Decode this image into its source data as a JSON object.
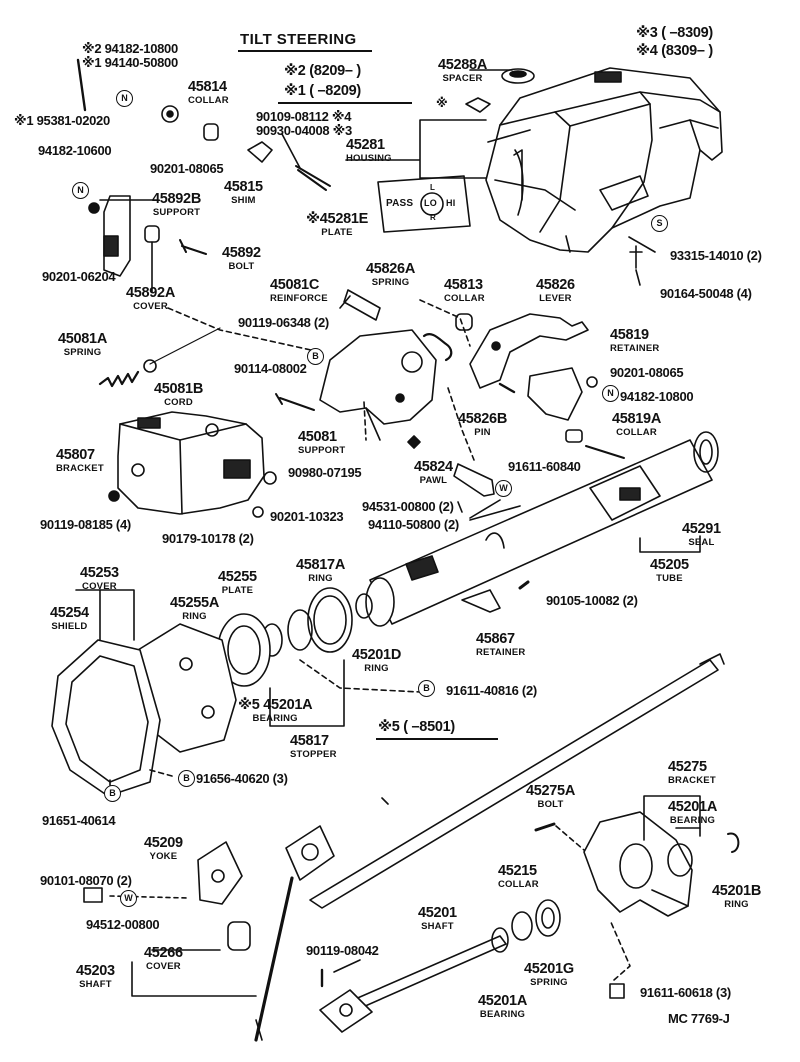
{
  "header": {
    "title": "TILT STEERING",
    "drawing_code": "MC 7769-J"
  },
  "marks": {
    "tilt_note_2": "※2 (8209–     )",
    "tilt_note_1": "※1 (     –8209)",
    "range_3": "※3 (     –8309)",
    "range_4": "※4 (8309–     )",
    "range_5": "※5 (     –8501)",
    "star": "※"
  },
  "badges": {
    "N": "N",
    "B": "B",
    "S": "S",
    "W": "W"
  },
  "parts": [
    {
      "id": "p_294182_10800",
      "number": "※2 94182-10800"
    },
    {
      "id": "p_194140_50800",
      "number": "※1 94140-50800"
    },
    {
      "id": "p_195381_02020",
      "number": "※1 95381-02020"
    },
    {
      "id": "p_45814",
      "number": "45814",
      "name": "COLLAR"
    },
    {
      "id": "p_90109_08112",
      "number": "90109-08112 ※4"
    },
    {
      "id": "p_90930_04008",
      "number": "90930-04008 ※3"
    },
    {
      "id": "p_45288A",
      "number": "45288A",
      "name": "SPACER"
    },
    {
      "id": "p_45281",
      "number": "45281",
      "name": "HOUSING"
    },
    {
      "id": "p_94182_10600",
      "number": "94182-10600"
    },
    {
      "id": "p_90201_08065a",
      "number": "90201-08065"
    },
    {
      "id": "p_45815",
      "number": "45815",
      "name": "SHIM"
    },
    {
      "id": "p_45892B",
      "number": "45892B",
      "name": "SUPPORT"
    },
    {
      "id": "p_45281E",
      "number": "※45281E",
      "name": "PLATE"
    },
    {
      "id": "p_93315_14010",
      "number": "93315-14010 (2)"
    },
    {
      "id": "p_45892",
      "number": "45892",
      "name": "BOLT"
    },
    {
      "id": "p_90201_06204",
      "number": "90201-06204"
    },
    {
      "id": "p_45826A",
      "number": "45826A",
      "name": "SPRING"
    },
    {
      "id": "p_45081C",
      "number": "45081C",
      "name": "REINFORCE"
    },
    {
      "id": "p_45813",
      "number": "45813",
      "name": "COLLAR"
    },
    {
      "id": "p_45826",
      "number": "45826",
      "name": "LEVER"
    },
    {
      "id": "p_90164_50048",
      "number": "90164-50048 (4)"
    },
    {
      "id": "p_45892A",
      "number": "45892A",
      "name": "COVER"
    },
    {
      "id": "p_90119_06348",
      "number": "90119-06348 (2)"
    },
    {
      "id": "p_45819",
      "number": "45819",
      "name": "RETAINER"
    },
    {
      "id": "p_45081A",
      "number": "45081A",
      "name": "SPRING"
    },
    {
      "id": "p_90114_08002",
      "number": "90114-08002"
    },
    {
      "id": "p_90201_08065b",
      "number": "90201-08065"
    },
    {
      "id": "p_94182_10800",
      "number": "94182-10800"
    },
    {
      "id": "p_45081B",
      "number": "45081B",
      "name": "CORD"
    },
    {
      "id": "p_45826B",
      "number": "45826B",
      "name": "PIN"
    },
    {
      "id": "p_45819A",
      "number": "45819A",
      "name": "COLLAR"
    },
    {
      "id": "p_45081",
      "number": "45081",
      "name": "SUPPORT"
    },
    {
      "id": "p_45807",
      "number": "45807",
      "name": "BRACKET"
    },
    {
      "id": "p_90980_07195",
      "number": "90980-07195"
    },
    {
      "id": "p_45824",
      "number": "45824",
      "name": "PAWL"
    },
    {
      "id": "p_91611_60840",
      "number": "91611-60840"
    },
    {
      "id": "p_94531_00800",
      "number": "94531-00800 (2)"
    },
    {
      "id": "p_90119_08185",
      "number": "90119-08185 (4)"
    },
    {
      "id": "p_90201_10323",
      "number": "90201-10323"
    },
    {
      "id": "p_94110_50800",
      "number": "94110-50800 (2)"
    },
    {
      "id": "p_45291",
      "number": "45291",
      "name": "SEAL"
    },
    {
      "id": "p_90179_10178",
      "number": "90179-10178 (2)"
    },
    {
      "id": "p_45253",
      "number": "45253",
      "name": "COVER"
    },
    {
      "id": "p_45817A",
      "number": "45817A",
      "name": "RING"
    },
    {
      "id": "p_45205",
      "number": "45205",
      "name": "TUBE"
    },
    {
      "id": "p_45255",
      "number": "45255",
      "name": "PLATE"
    },
    {
      "id": "p_45254",
      "number": "45254",
      "name": "SHIELD"
    },
    {
      "id": "p_45255A",
      "number": "45255A",
      "name": "RING"
    },
    {
      "id": "p_90105_10082",
      "number": "90105-10082 (2)"
    },
    {
      "id": "p_45201D",
      "number": "45201D",
      "name": "RING"
    },
    {
      "id": "p_45867",
      "number": "45867",
      "name": "RETAINER"
    },
    {
      "id": "p_91611_40816",
      "number": "91611-40816 (2)"
    },
    {
      "id": "p_45201A_a",
      "number": "※5 45201A",
      "name": "BEARING"
    },
    {
      "id": "p_45817",
      "number": "45817",
      "name": "STOPPER"
    },
    {
      "id": "p_91656_40620",
      "number": "91656-40620 (3)"
    },
    {
      "id": "p_45275",
      "number": "45275",
      "name": "BRACKET"
    },
    {
      "id": "p_45275A",
      "number": "45275A",
      "name": "BOLT"
    },
    {
      "id": "p_45201A_b",
      "number": "45201A",
      "name": "BEARING"
    },
    {
      "id": "p_91651_40614",
      "number": "91651-40614"
    },
    {
      "id": "p_45209",
      "number": "45209",
      "name": "YOKE"
    },
    {
      "id": "p_45215",
      "number": "45215",
      "name": "COLLAR"
    },
    {
      "id": "p_90101_08070",
      "number": "90101-08070 (2)"
    },
    {
      "id": "p_45201B",
      "number": "45201B",
      "name": "RING"
    },
    {
      "id": "p_94512_00800",
      "number": "94512-00800"
    },
    {
      "id": "p_45201",
      "number": "45201",
      "name": "SHAFT"
    },
    {
      "id": "p_45266",
      "number": "45266",
      "name": "COVER"
    },
    {
      "id": "p_90119_08042",
      "number": "90119-08042"
    },
    {
      "id": "p_45201G",
      "number": "45201G",
      "name": "SPRING"
    },
    {
      "id": "p_45203",
      "number": "45203",
      "name": "SHAFT"
    },
    {
      "id": "p_91611_60618",
      "number": "91611-60618 (3)"
    },
    {
      "id": "p_45201A_c",
      "number": "45201A",
      "name": "BEARING"
    }
  ],
  "plate_text": {
    "pass": "PASS",
    "lo": "LO",
    "hi": "HI",
    "l": "L",
    "r": "R"
  }
}
